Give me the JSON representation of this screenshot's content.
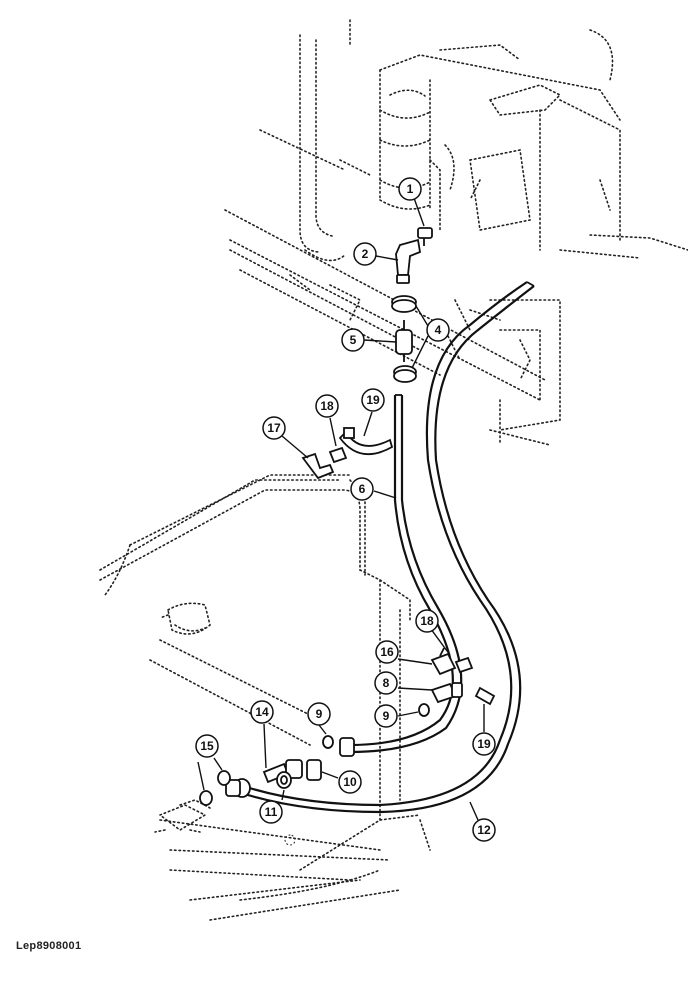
{
  "diagram": {
    "reference_code": "Lep8908001",
    "callouts": [
      {
        "id": "c1",
        "label": "1"
      },
      {
        "id": "c2",
        "label": "2"
      },
      {
        "id": "c4",
        "label": "4"
      },
      {
        "id": "c5",
        "label": "5"
      },
      {
        "id": "c19a",
        "label": "19"
      },
      {
        "id": "c18a",
        "label": "18"
      },
      {
        "id": "c17",
        "label": "17"
      },
      {
        "id": "c6",
        "label": "6"
      },
      {
        "id": "c18b",
        "label": "18"
      },
      {
        "id": "c16",
        "label": "16"
      },
      {
        "id": "c8",
        "label": "8"
      },
      {
        "id": "c9a",
        "label": "9"
      },
      {
        "id": "c9b",
        "label": "9"
      },
      {
        "id": "c14",
        "label": "14"
      },
      {
        "id": "c15",
        "label": "15"
      },
      {
        "id": "c10",
        "label": "10"
      },
      {
        "id": "c11",
        "label": "11"
      },
      {
        "id": "c19b",
        "label": "19"
      },
      {
        "id": "c12",
        "label": "12"
      }
    ]
  }
}
